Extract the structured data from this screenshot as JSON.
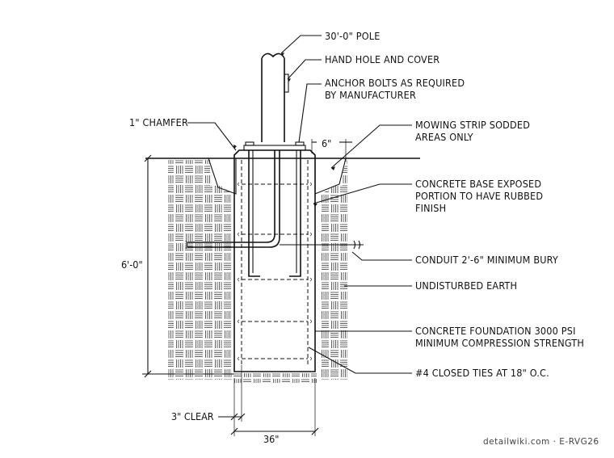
{
  "labels": {
    "pole": "30'-0\" POLE",
    "hand_hole": "HAND HOLE AND COVER",
    "anchor_bolts_1": "ANCHOR BOLTS AS REQUIRED",
    "anchor_bolts_2": "BY MANUFACTURER",
    "chamfer": "1\" CHAMFER",
    "mowing_1": "MOWING STRIP SODDED",
    "mowing_2": "AREAS ONLY",
    "concrete_base_1": "CONCRETE BASE EXPOSED",
    "concrete_base_2": "PORTION TO HAVE RUBBED",
    "concrete_base_3": "FINISH",
    "conduit": "CONDUIT 2'-6\" MINIMUM BURY",
    "undisturbed": "UNDISTURBED EARTH",
    "foundation_1": "CONCRETE FOUNDATION 3000 PSI",
    "foundation_2": "MINIMUM COMPRESSION STRENGTH",
    "ties": "#4 CLOSED TIES AT 18\" O.C."
  },
  "dimensions": {
    "depth": "6'-0\"",
    "strip_width": "6\"",
    "clear": "3\" CLEAR",
    "width": "36\""
  },
  "credit": "detailwiki.com · E-RVG26"
}
